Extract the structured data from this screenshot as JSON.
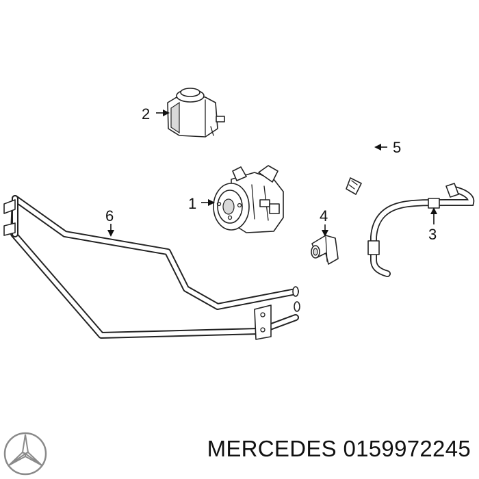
{
  "diagram": {
    "callouts": {
      "c1": "1",
      "c2": "2",
      "c3": "3",
      "c4": "4",
      "c5": "5",
      "c6": "6"
    }
  },
  "footer": {
    "brand": "MERCEDES",
    "part_number": "0159972245",
    "logo_icon": "mercedes-star-icon"
  }
}
